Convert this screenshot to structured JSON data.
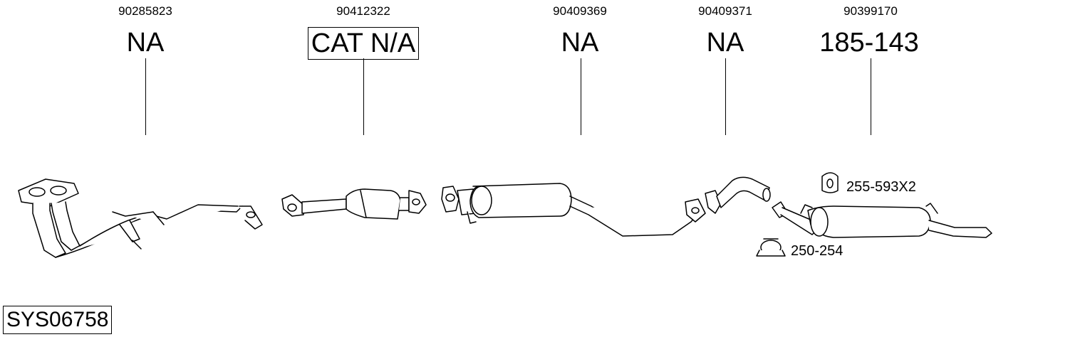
{
  "parts": [
    {
      "part_number": "90285823",
      "code": "NA"
    },
    {
      "part_number": "90412322",
      "code": "CAT N/A"
    },
    {
      "part_number": "90409369",
      "code": "NA"
    },
    {
      "part_number": "90409371",
      "code": "NA"
    },
    {
      "part_number": "90399170",
      "code": "185-143"
    }
  ],
  "accessories": {
    "rubber_mount": "255-593X2",
    "clamp": "250-254"
  },
  "system_id": "SYS06758"
}
